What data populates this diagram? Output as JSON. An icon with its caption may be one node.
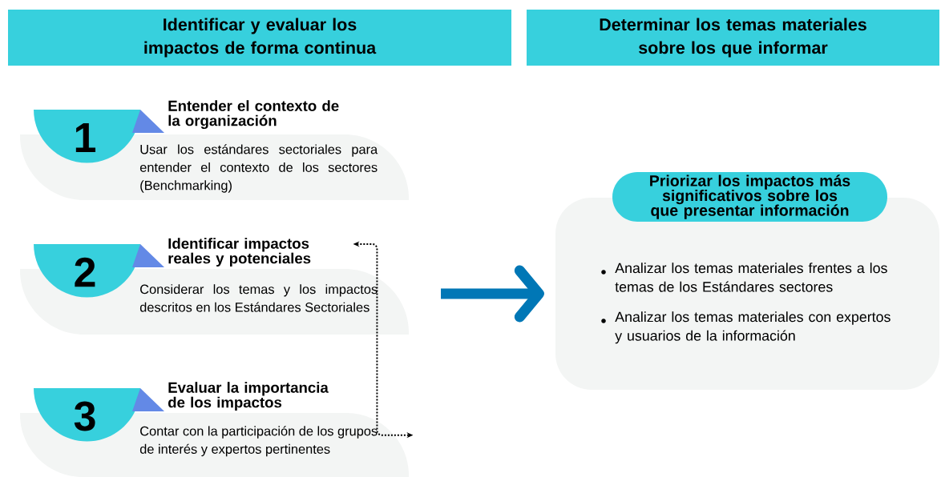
{
  "diagram": {
    "nodes": [
      {
        "text": [
          "Identificar y evaluar los impactos de forma continua"
        ]
      },
      {
        "text": [
          "Determinar los temas materiales sobre los que informar"
        ]
      },
      {
        "text": [
          "1"
        ]
      },
      {
        "text": [
          "Entender el contexto de la organización",
          "Usar los estándares sectoriales para entender el contexto de los sectores (Benchmarking)"
        ]
      },
      {
        "text": [
          "2"
        ]
      },
      {
        "text": [
          "Identificar impactos reales y potenciales",
          "Considerar los temas y los impactos descritos en los Estándares Sectoriales"
        ]
      },
      {
        "text": [
          "3"
        ]
      },
      {
        "text": [
          "Evaluar la importancia de los impactos",
          "Contar con la participación de los grupos de interés y expertos pertinentes"
        ]
      },
      {
        "text": [
          "Priorizar los impactos más significativos sobre los que presentar información"
        ]
      },
      {
        "text": [
          "Analizar los temas materiales frentes a los temas de los Estándares sectores",
          "Analizar los temas materiales con expertos y usuarios de la información"
        ]
      }
    ],
    "edges": [
      {
        "from": 5,
        "to": 7,
        "arrow": "both",
        "style": "dashed"
      },
      {
        "from": null,
        "to": 9,
        "arrow": "to",
        "style": "thick",
        "color": "#0077b6"
      }
    ]
  }
}
